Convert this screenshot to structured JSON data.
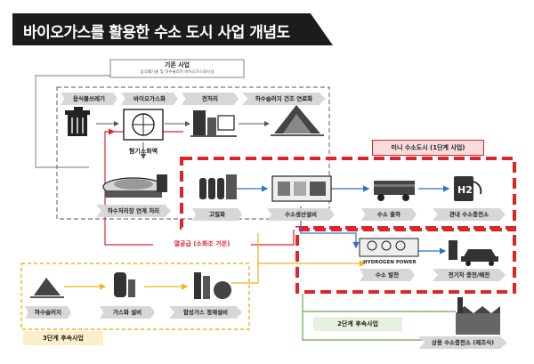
{
  "title": "바이오가스를 활용한 수소 도시 사업 개념도",
  "existing_project": {
    "label": "기존 사업",
    "sublabel": "음식폐기물 및 하수슬러지 바이오가스화시설"
  },
  "top_row": [
    {
      "label": "음식물쓰레기"
    },
    {
      "label": "바이오가스화"
    },
    {
      "label": "전처리"
    },
    {
      "label": "하수슬러지 건조 연료화"
    }
  ],
  "wastewater": {
    "effluent_label": "혐기소화액",
    "treatment_label": "하수처리장 연계 처리"
  },
  "mini_city": {
    "label": "미니 수소도시 (1단계 사업)",
    "row1": [
      {
        "label": "고질화"
      },
      {
        "label": "수소생산설비"
      },
      {
        "label": "수소 출하"
      },
      {
        "label": "관내 수소충전소"
      }
    ],
    "row2": [
      {
        "label": "수소 발전"
      },
      {
        "label": "전기차 충전/배전"
      }
    ],
    "h2_icon_text": "H2",
    "hydrogen_power_text": "HYDROGEN POWER"
  },
  "heat_supply": "열공급 (소화조 가온)",
  "stage3": {
    "label": "3단계 후속사업",
    "items": [
      {
        "label": "하수슬러지"
      },
      {
        "label": "가스화 설비"
      },
      {
        "label": "합성가스 정제설비"
      }
    ]
  },
  "stage2": {
    "label": "2단계 후속사업",
    "item": "상용 수소충전소 (제조식)"
  },
  "colors": {
    "red": "#e0242b",
    "blue": "#2d6fd0",
    "green": "#6aa84f",
    "yellow": "#f2b21b",
    "gray_dash": "#666666"
  }
}
